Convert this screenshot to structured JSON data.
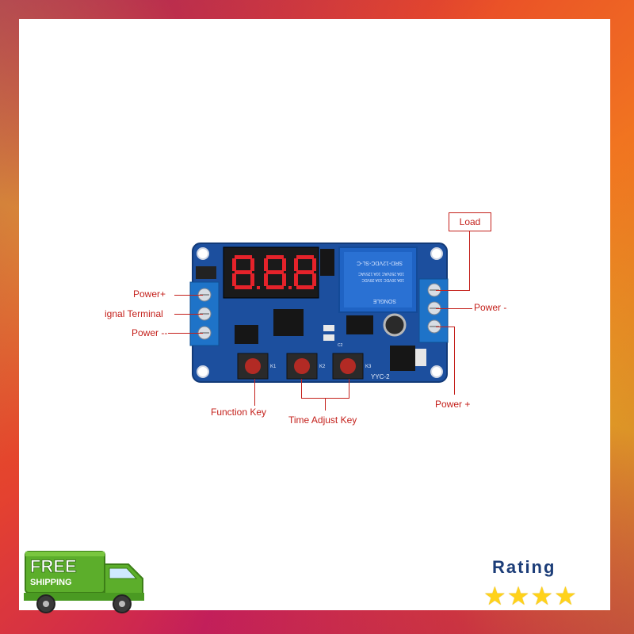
{
  "labels": {
    "power_plus_left": "Power+",
    "signal_terminal": "ignal Terminal",
    "power_minus_left": "Power --",
    "load": "Load",
    "power_minus_right": "Power -",
    "power_plus_right": "Power +",
    "function_key": "Function Key",
    "time_adjust_key": "Time Adjust Key"
  },
  "board": {
    "display_digits": "8.8.8",
    "relay_brand": "SONGLE",
    "relay_model": "SRD-12VDC-SL-C",
    "relay_rating_1": "10A 250VAC 10A 125VAC",
    "relay_rating_2": "10A 30VDC 10A 28VDC",
    "key1": "K1",
    "key2": "K2",
    "key3": "K3",
    "board_name": "YYC-2",
    "cap_label": "C2"
  },
  "badge": {
    "free": "FREE",
    "shipping": "SHIPPING"
  },
  "rating": {
    "label": "Rating",
    "stars": "★★★★",
    "value": 4
  },
  "colors": {
    "annotation_red": "#c4201b",
    "pcb_blue": "#1c4f9e",
    "segment_red": "#e5222a",
    "truck_green": "#5cae2b",
    "rating_navy": "#1c3d78",
    "star_yellow": "#ffd21a"
  }
}
